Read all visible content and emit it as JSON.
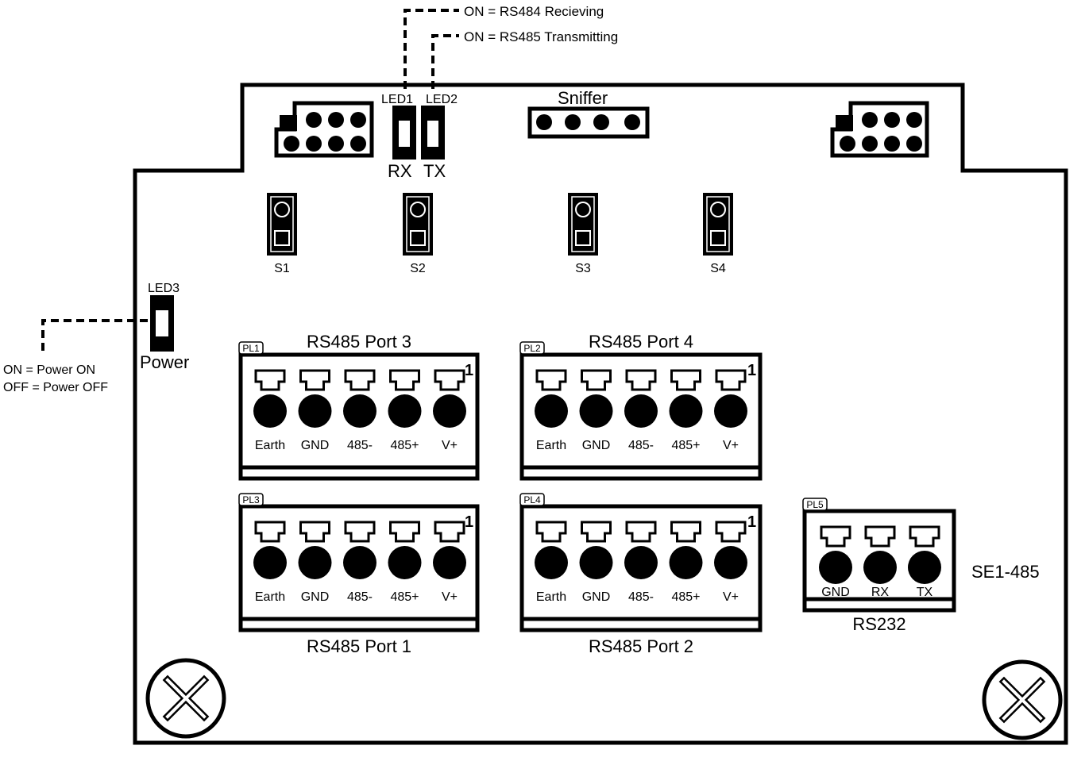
{
  "annotations": {
    "led1_note": "ON = RS484 Recieving",
    "led2_note": "ON = RS485 Transmitting",
    "led3_note_on": "ON = Power ON",
    "led3_note_off": "OFF = Power OFF"
  },
  "leds": [
    {
      "id": "LED1",
      "function": "RX"
    },
    {
      "id": "LED2",
      "function": "TX"
    },
    {
      "id": "LED3",
      "function": "Power"
    }
  ],
  "headers": {
    "sniffer_label": "Sniffer",
    "sniffer_pins": 4,
    "left_header_pins": 8,
    "right_header_pins": 8
  },
  "switches": [
    "S1",
    "S2",
    "S3",
    "S4"
  ],
  "board_label": "SE1-485",
  "connectors": [
    {
      "ref": "PL1",
      "title": "RS485 Port 3",
      "pin1_marker": "1",
      "pins": [
        "Earth",
        "GND",
        "485-",
        "485+",
        "V+"
      ]
    },
    {
      "ref": "PL2",
      "title": "RS485 Port 4",
      "pin1_marker": "1",
      "pins": [
        "Earth",
        "GND",
        "485-",
        "485+",
        "V+"
      ]
    },
    {
      "ref": "PL3",
      "title": "RS485 Port 1",
      "pin1_marker": "1",
      "pins": [
        "Earth",
        "GND",
        "485-",
        "485+",
        "V+"
      ]
    },
    {
      "ref": "PL4",
      "title": "RS485 Port 2",
      "pin1_marker": "1",
      "pins": [
        "Earth",
        "GND",
        "485-",
        "485+",
        "V+"
      ]
    },
    {
      "ref": "PL5",
      "title": "RS232",
      "pin1_marker": "",
      "pins": [
        "GND",
        "RX",
        "TX"
      ]
    }
  ],
  "mounting_holes": 2
}
